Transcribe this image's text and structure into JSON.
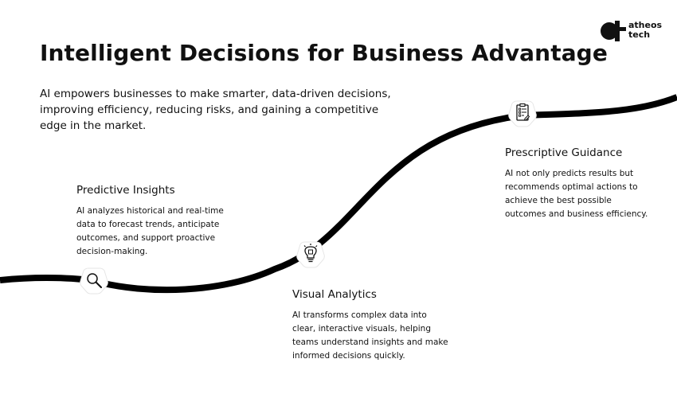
{
  "brand": {
    "line1": "atheos",
    "line2": "tech"
  },
  "title": "Intelligent Decisions for Business Advantage",
  "intro": "AI empowers businesses to make smarter, data-driven decisions, improving efficiency, reducing risks, and gaining a competitive edge in the market.",
  "steps": [
    {
      "icon": "magnifier-icon",
      "title": "Predictive Insights",
      "body": "AI analyzes historical and real-time data to forecast trends, anticipate outcomes, and support proactive decision-making."
    },
    {
      "icon": "lightbulb-icon",
      "title": "Visual Analytics",
      "body": "AI transforms complex data into clear, interactive visuals, helping teams understand insights and make informed decisions quickly."
    },
    {
      "icon": "clipboard-icon",
      "title": "Prescriptive Guidance",
      "body": "AI not only predicts results but recommends optimal actions to achieve the best possible outcomes and business efficiency."
    }
  ],
  "colors": {
    "curve": "#000000",
    "text": "#111111",
    "background": "#ffffff"
  }
}
